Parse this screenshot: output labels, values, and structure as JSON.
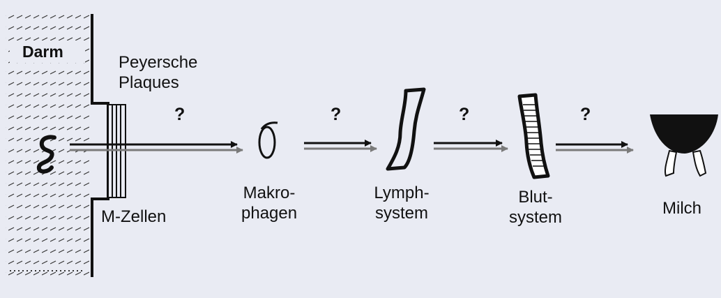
{
  "labels": {
    "darm": "Darm",
    "peyersche_line1": "Peyersche",
    "peyersche_line2": "Plaques",
    "m_zellen": "M-Zellen",
    "makrophagen_line1": "Makro-",
    "makrophagen_line2": "phagen",
    "lymph_line1": "Lymph-",
    "lymph_line2": "system",
    "blut_line1": "Blut-",
    "blut_line2": "system",
    "milch": "Milch"
  },
  "question_marks": [
    "?",
    "?",
    "?",
    "?"
  ],
  "colors": {
    "background": "#e9ebf3",
    "ink": "#111111",
    "arrow_shadow": "#7a7a7a"
  },
  "icons": [
    "gut-wall-icon",
    "bacterium-icon",
    "macrophage-icon",
    "lymph-vessel-icon",
    "blood-vessel-icon",
    "udder-icon"
  ]
}
